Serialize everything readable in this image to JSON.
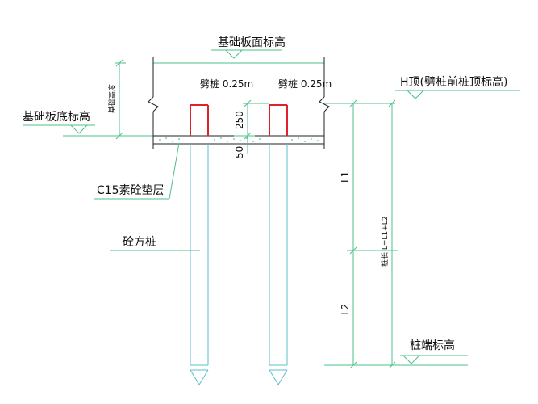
{
  "labels": {
    "slab_top": "基础板面标高",
    "slab_bottom": "基础板底标高",
    "slab_thickness": "基础高度",
    "cut_pile_left": "劈桩 0.25m",
    "cut_pile_right": "劈桩 0.25m",
    "pile_top": "H顶(劈桩前桩顶标高)",
    "dim_250": "250",
    "dim_50": "50",
    "cushion": "C15素砼垫层",
    "pile_type": "砼方桩",
    "L1": "L1",
    "L2": "L2",
    "pile_length": "桩长 L=L1+L2",
    "pile_tip": "桩端标高"
  },
  "colors": {
    "line": "#4cc08a",
    "pile": "#5bc0c8",
    "cut": "#e0202a",
    "ink": "#111111"
  }
}
